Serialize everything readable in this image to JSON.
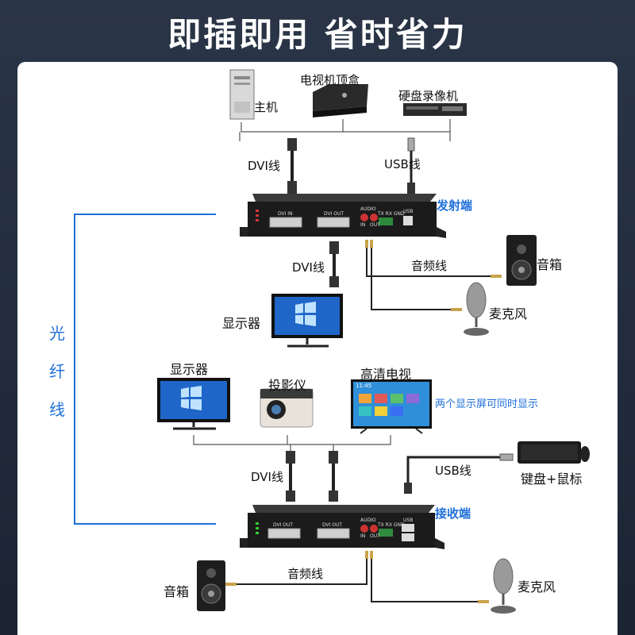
{
  "title": "即插即用 省时省力",
  "top_sources": {
    "host": "主机",
    "tv_box": "电视机顶盒",
    "nvr": "硬盘录像机"
  },
  "transmitter": {
    "label": "发射端",
    "dvi_in": "DVI IN",
    "dvi_out": "DVI OUT",
    "audio": "AUDIO",
    "tx_rx_gnd": "TX RX GND",
    "usb": "USB",
    "in": "IN",
    "out": "OUT"
  },
  "receiver": {
    "label": "接收端",
    "dvi_out_1": "DVI OUT",
    "dvi_out_2": "DVI OUT",
    "audio": "AUDIO",
    "tx_rx_gnd": "TX RX GND",
    "usb": "USB",
    "in": "IN",
    "out": "OUT"
  },
  "fiber_label": [
    "光",
    "纤",
    "线"
  ],
  "cables": {
    "dvi_top": "DVI线",
    "usb_top": "USB线",
    "dvi_mid": "DVI线",
    "audio_mid": "音频线",
    "dvi_bottom": "DVI线",
    "usb_bottom": "USB线",
    "audio_bottom": "音频线"
  },
  "tx_side": {
    "speaker": "音箱",
    "mic": "麦克风",
    "monitor": "显示器"
  },
  "displays": {
    "monitor": "显示器",
    "projector": "投影仪",
    "hdtv": "高清电视",
    "note": "两个显示屏可同时显示",
    "tv_time": "11:45"
  },
  "rx_side": {
    "kbm": "键盘+鼠标",
    "speaker": "音箱",
    "mic": "麦克风"
  },
  "colors": {
    "accent": "#1e6fd9",
    "panel": "#ffffff",
    "background": "#1f2a3a",
    "device": "#1b1b1b"
  }
}
